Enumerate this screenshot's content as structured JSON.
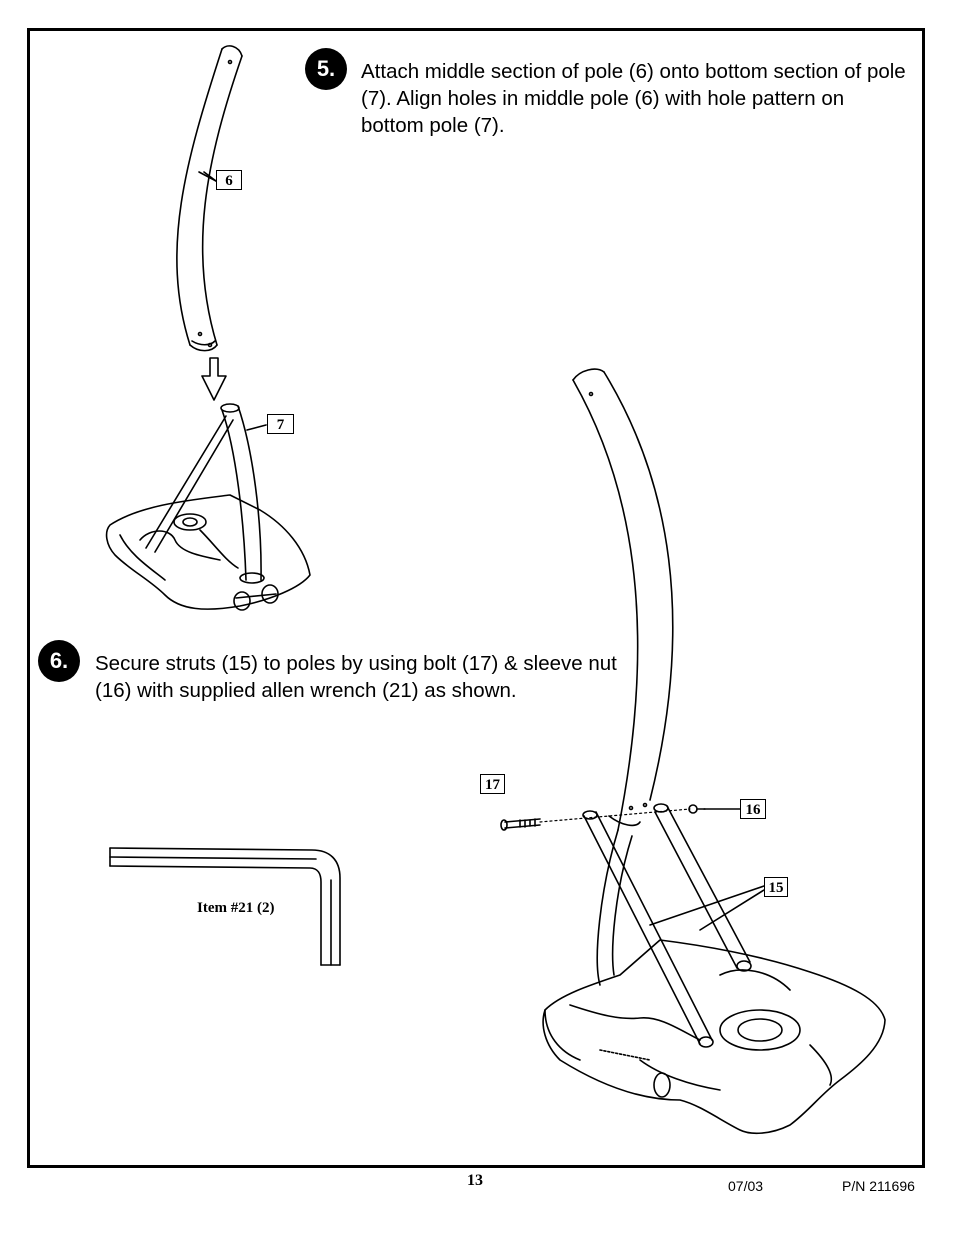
{
  "step5": {
    "number": "5.",
    "text": "Attach middle section of pole (6) onto bottom section of pole (7). Align holes in middle pole (6) with hole pattern on bottom pole (7)."
  },
  "step6": {
    "number": "6.",
    "text": "Secure struts (15) to poles by using bolt (17) & sleeve nut (16) with supplied allen wrench (21) as shown."
  },
  "callouts": {
    "part6": "6",
    "part7": "7",
    "part17": "17",
    "part16": "16",
    "part15": "15"
  },
  "wrench_label": "Item #21 (2)",
  "footer": {
    "page": "13",
    "date": "07/03",
    "part_number": "P/N 211696"
  }
}
